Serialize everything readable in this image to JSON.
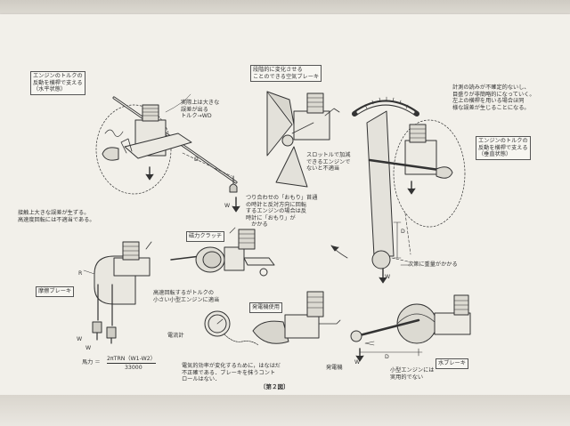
{
  "labels": {
    "torque_horizontal": "エンジンのトルクの\n反動を横桿で支える\n（水平状態）",
    "large_error_torque": "実際上は大きな\n誤差が出る\nトルク→WD",
    "variable_air_brake": "段階的に変化させる\nことのできる空気ブレーキ",
    "measurement_error": "計測の読みが不確定的ないし、\n目盛りが非簡略的になっていく。\n左上の横桿を用いる場合ほ同\n様な誤差が生じることになる。",
    "torque_vertical": "エンジンのトルクの\n反動を横桿で支える\n（垂直状態）",
    "throttle_note": "スロットルで加減\nできるエンジンで\nないと不適当",
    "weight_note": "つり合わせの「おもり」苜通\nの時計と反対方向に回転\nするエンジンの場合は反\n時計に「おもり」が\n　かかる",
    "friction_error": "接触上大きな誤差が生ずる。\n高速度回転には不適当である。",
    "magnetic_clutch": "磁力クラッチ",
    "weight_applied": "次第に重量がかかる",
    "friction_brake": "摩擦ブレーキ",
    "high_speed_note": "高速回転するがトルクの\n小さい小型エンジンに適当",
    "generator_use": "発電機使用",
    "ammeter": "電流計",
    "generator": "発電機",
    "water_brake": "水ブレーキ",
    "small_engine_note": "小型エンジンには\n実用的でない",
    "horsepower_prefix": "馬力 ＝",
    "horsepower_numerator": "2πTRN（W1-W2）",
    "horsepower_denominator": "33000",
    "electric_note": "電気的効率が変化するために，はなはだ\n不正確である．ブレーキを抹うコント\nロールはない．",
    "figure_caption": "〔第２図〕",
    "letters": {
      "W": "W",
      "D": "D",
      "R": "R",
      "W1": "W",
      "W2": "W"
    }
  }
}
